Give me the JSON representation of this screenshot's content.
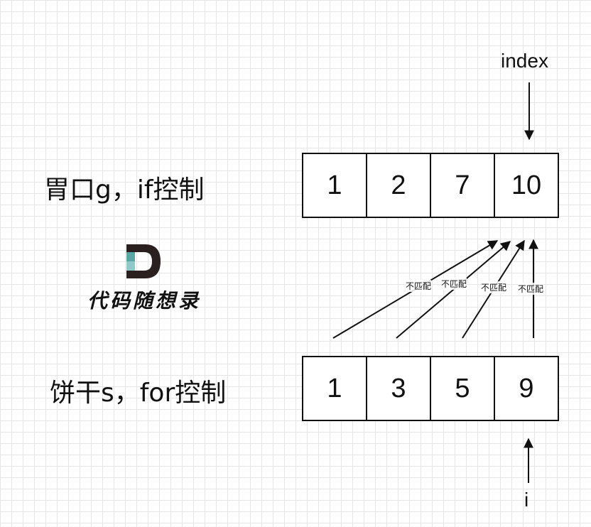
{
  "labels": {
    "greed": "胃口g，if控制",
    "cookie": "饼干s，for控制"
  },
  "arrays": {
    "g": [
      "1",
      "2",
      "7",
      "10"
    ],
    "s": [
      "1",
      "3",
      "5",
      "9"
    ]
  },
  "pointers": {
    "index": "index",
    "i": "i"
  },
  "mismatch_labels": [
    "不匹配",
    "不匹配",
    "不匹配",
    "不匹配"
  ],
  "logo": {
    "letter": "D",
    "text": "代码随想录",
    "accent_color": "#5aa7a6",
    "dark_color": "#2a2020"
  }
}
